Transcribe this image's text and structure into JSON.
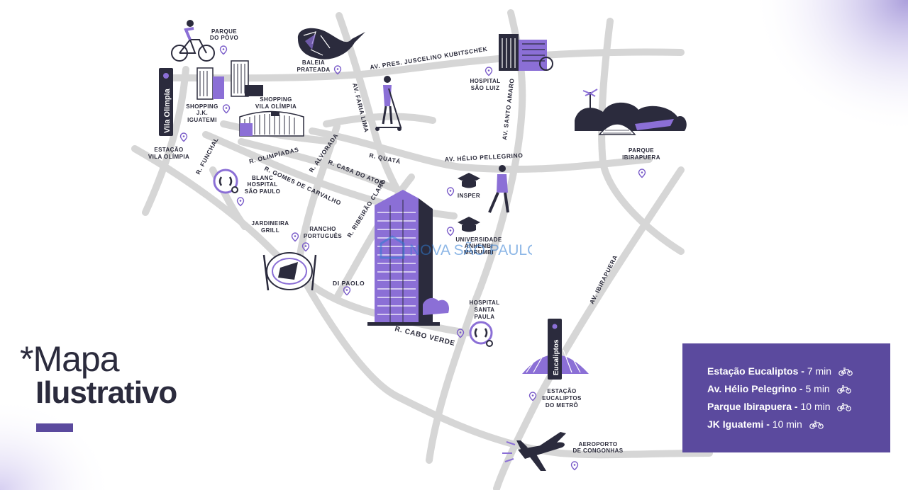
{
  "map": {
    "streets": [
      "AV. PRES. JUSCELINO KUBITSCHEK",
      "AV. FARIA LIMA",
      "AV. SANTO AMARO",
      "AV. HÉLIO PELLEGRINO",
      "R. QUATÁ",
      "R. CASA DO ATOR",
      "R. ALVORADA",
      "R. OLIMPÍADAS",
      "R. GOMES DE CARVALHO",
      "R. FUNCHAL",
      "R. RIBEIRÃO CLARO",
      "DI PAOLO",
      "R. CABO VERDE",
      "AV. IBIRAPUERA"
    ],
    "places": {
      "parque_povo": [
        "PARQUE",
        "DO POVO"
      ],
      "baleia": [
        "BALEIA",
        "PRATEADA"
      ],
      "hospital_sao_luiz": [
        "HOSPITAL",
        "SÃO LUIZ"
      ],
      "shopping_jk": [
        "SHOPPING",
        "J.K.",
        "IGUATEMI"
      ],
      "shopping_vila_olimpia": [
        "SHOPPING",
        "VILA OLÍMPIA"
      ],
      "estacao_vila_olimpia": [
        "ESTAÇÃO",
        "VILA OLÍMPIA"
      ],
      "blanc": [
        "BLANC",
        "HOSPITAL",
        "SÃO PAULO"
      ],
      "jardineira": [
        "JARDINEIRA",
        "GRILL"
      ],
      "rancho": [
        "RANCHO",
        "PORTUGUÊS"
      ],
      "insper": [
        "INSPER"
      ],
      "anhembi": [
        "UNIVERSIDADE",
        "ANHEMBI",
        "MORUMBI"
      ],
      "parque_ibirapuera": [
        "PARQUE",
        "IBIRAPUERA"
      ],
      "hospital_santa_paula": [
        "HOSPITAL",
        "SANTA",
        "PAULA"
      ],
      "estacao_eucaliptos": [
        "ESTAÇÃO",
        "EUCALIPTOS",
        "DO METRÔ"
      ],
      "aeroporto": [
        "AEROPORTO",
        "DE CONGONHAS"
      ]
    },
    "tower_labels": {
      "vila_olimpia": "Vila Olimpia",
      "eucaliptos": "Eucaliptos"
    },
    "watermark": "NOVA SÃO PAULO"
  },
  "title": {
    "line1": "*Mapa",
    "line2": "Ilustrativo"
  },
  "legend": [
    {
      "place": "Estação Eucaliptos -",
      "time": "7 min",
      "icon": "bicycle-icon"
    },
    {
      "place": "Av. Hélio Pelegrino -",
      "time": "5 min",
      "icon": "bicycle-icon"
    },
    {
      "place": "Parque Ibirapuera -",
      "time": "10 min",
      "icon": "bicycle-icon"
    },
    {
      "place": "JK Iguatemi -",
      "time": "10 min",
      "icon": "bicycle-icon"
    }
  ],
  "colors": {
    "accent": "#5b4a9e",
    "purple_light": "#8b6fd6",
    "dark": "#2b2b3d",
    "road": "#d6d6d6"
  }
}
